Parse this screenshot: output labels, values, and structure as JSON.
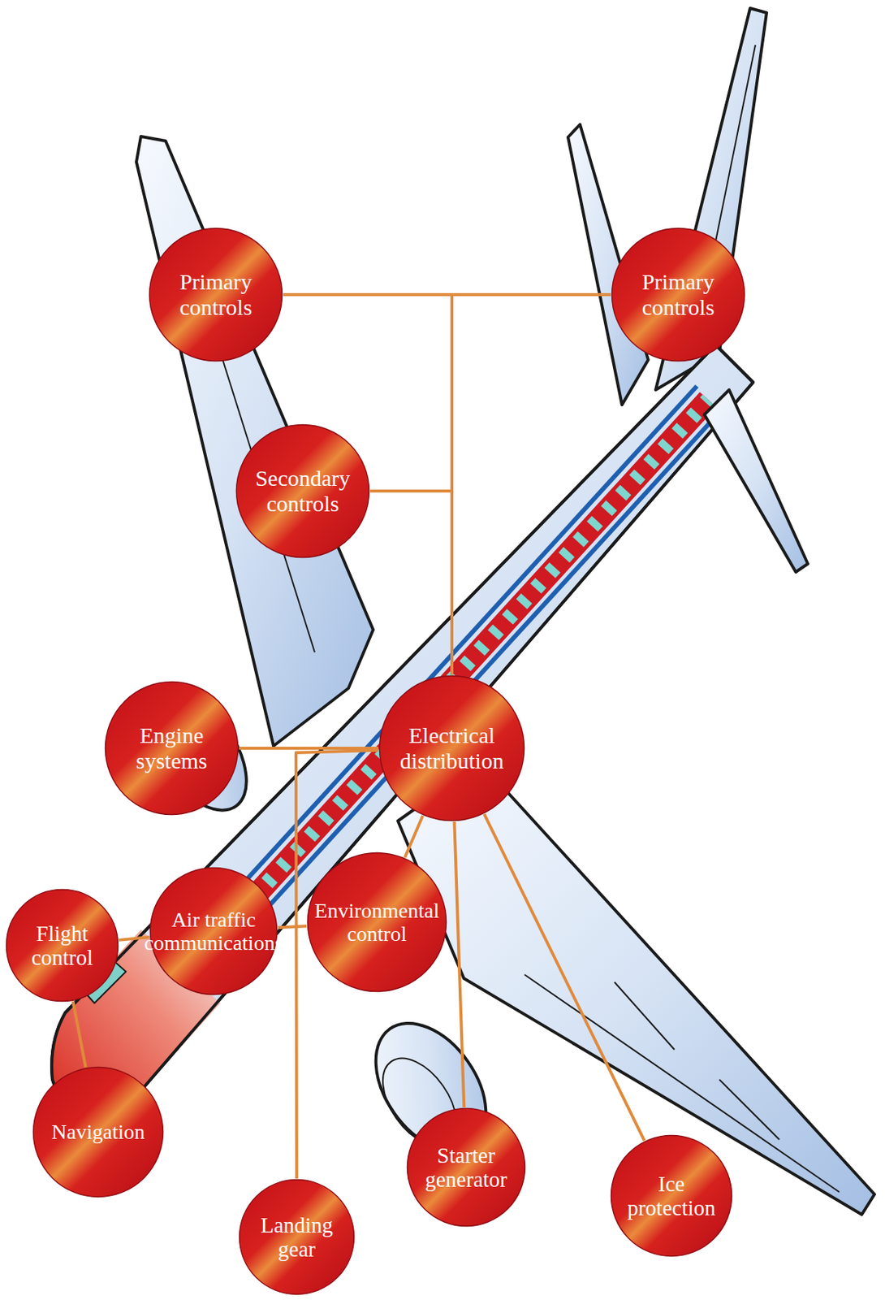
{
  "diagram": {
    "nodes": [
      {
        "text": [
          "Primary controls"
        ]
      },
      {
        "text": [
          "Primary controls"
        ]
      },
      {
        "text": [
          "Secondary controls"
        ]
      },
      {
        "text": [
          "Engine systems"
        ]
      },
      {
        "text": [
          "Electrical distribution"
        ]
      },
      {
        "text": [
          "Flight control"
        ]
      },
      {
        "text": [
          "Air traffic communications"
        ]
      },
      {
        "text": [
          "Environmental control"
        ]
      },
      {
        "text": [
          "Navigation"
        ]
      },
      {
        "text": [
          "Landing gear"
        ]
      },
      {
        "text": [
          "Starter generator"
        ]
      },
      {
        "text": [
          "Ice protection"
        ]
      }
    ],
    "edges": [
      {
        "from": 4,
        "to": 0,
        "arrow": "none"
      },
      {
        "from": 4,
        "to": 1,
        "arrow": "none"
      },
      {
        "from": 4,
        "to": 2,
        "arrow": "none"
      },
      {
        "from": 4,
        "to": 3,
        "arrow": "none"
      },
      {
        "from": 4,
        "to": 9,
        "arrow": "none"
      },
      {
        "from": 5,
        "to": 6,
        "arrow": "none"
      },
      {
        "from": 6,
        "to": 7,
        "arrow": "none"
      },
      {
        "from": 4,
        "to": 7,
        "arrow": "none"
      },
      {
        "from": 4,
        "to": 10,
        "arrow": "none"
      },
      {
        "from": 4,
        "to": 11,
        "arrow": "none"
      },
      {
        "from": 5,
        "to": 8,
        "arrow": "none"
      }
    ]
  }
}
